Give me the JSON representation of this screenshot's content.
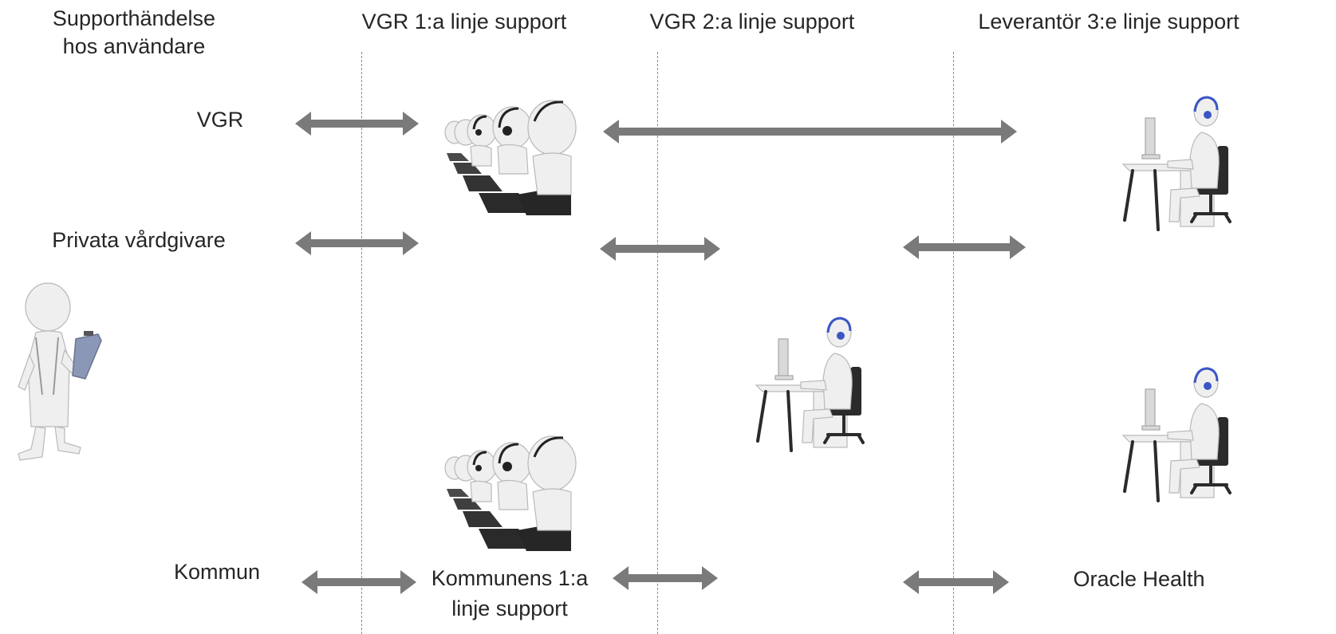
{
  "columns": {
    "user": {
      "line1": "Supporthändelse",
      "line2": "hos användare"
    },
    "first_line": "VGR 1:a linje support",
    "second_line": "VGR 2:a linje support",
    "third_line": "Leverantör 3:e linje support"
  },
  "rows": {
    "vgr": "VGR",
    "private": "Privata vårdgivare",
    "municipality": "Kommun"
  },
  "nodes": {
    "municipal_support": {
      "line1": "Kommunens 1:a",
      "line2": "linje support"
    },
    "vendor": "Oracle Health"
  },
  "colors": {
    "arrow": "#7a7a7a",
    "divider": "#8a8a8a",
    "headset": "#3b56c4"
  },
  "icons": [
    "doctor-figure-icon",
    "call-center-icon",
    "support-agent-icon"
  ]
}
